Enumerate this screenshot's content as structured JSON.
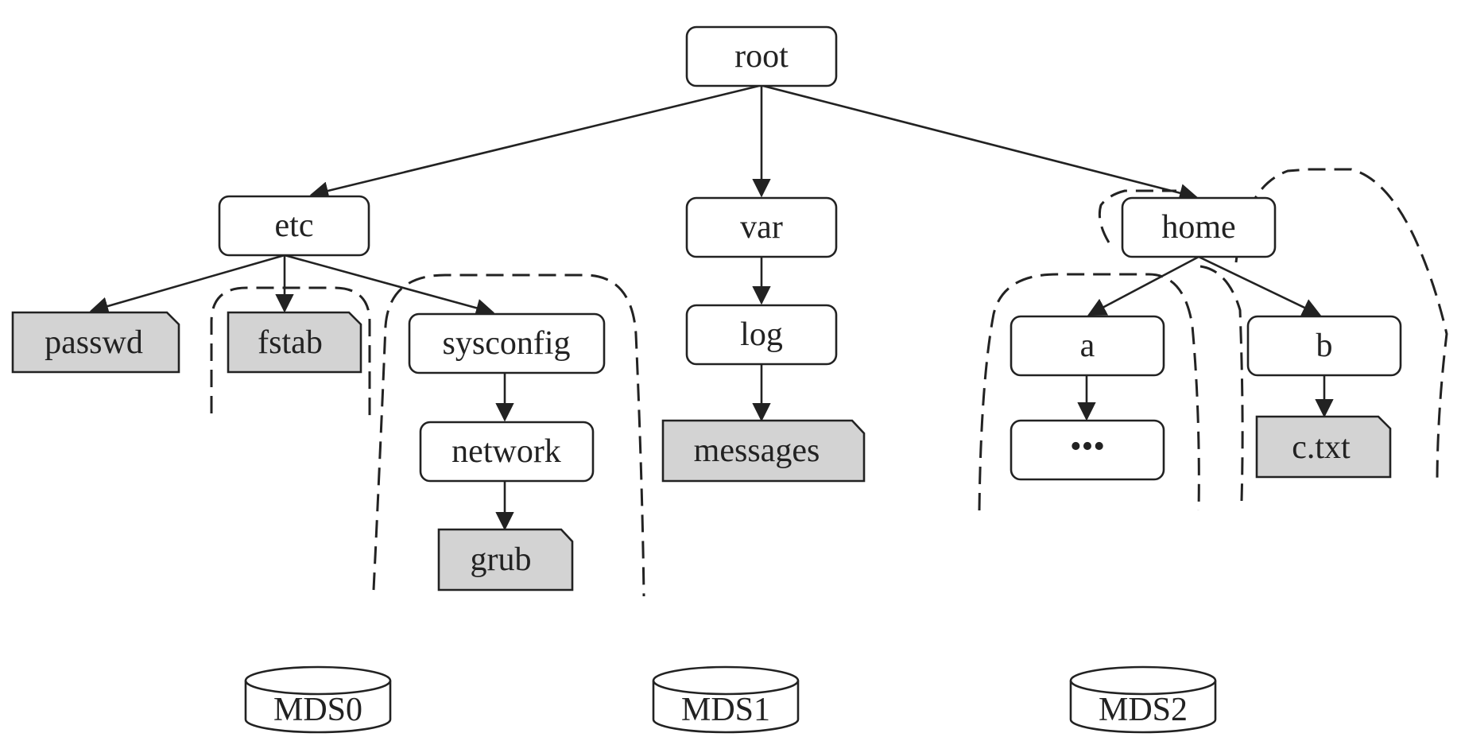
{
  "nodes": {
    "root": "root",
    "etc": "etc",
    "var": "var",
    "home": "home",
    "passwd": "passwd",
    "fstab": "fstab",
    "sysconfig": "sysconfig",
    "network": "network",
    "grub": "grub",
    "log": "log",
    "messages": "messages",
    "a": "a",
    "b": "b",
    "ellipsis": "•••",
    "c_txt": "c.txt"
  },
  "servers": {
    "mds0": "MDS0",
    "mds1": "MDS1",
    "mds2": "MDS2"
  },
  "colors": {
    "line": "#222222",
    "file_fill": "#d3d3d3",
    "dir_fill": "#ffffff"
  }
}
